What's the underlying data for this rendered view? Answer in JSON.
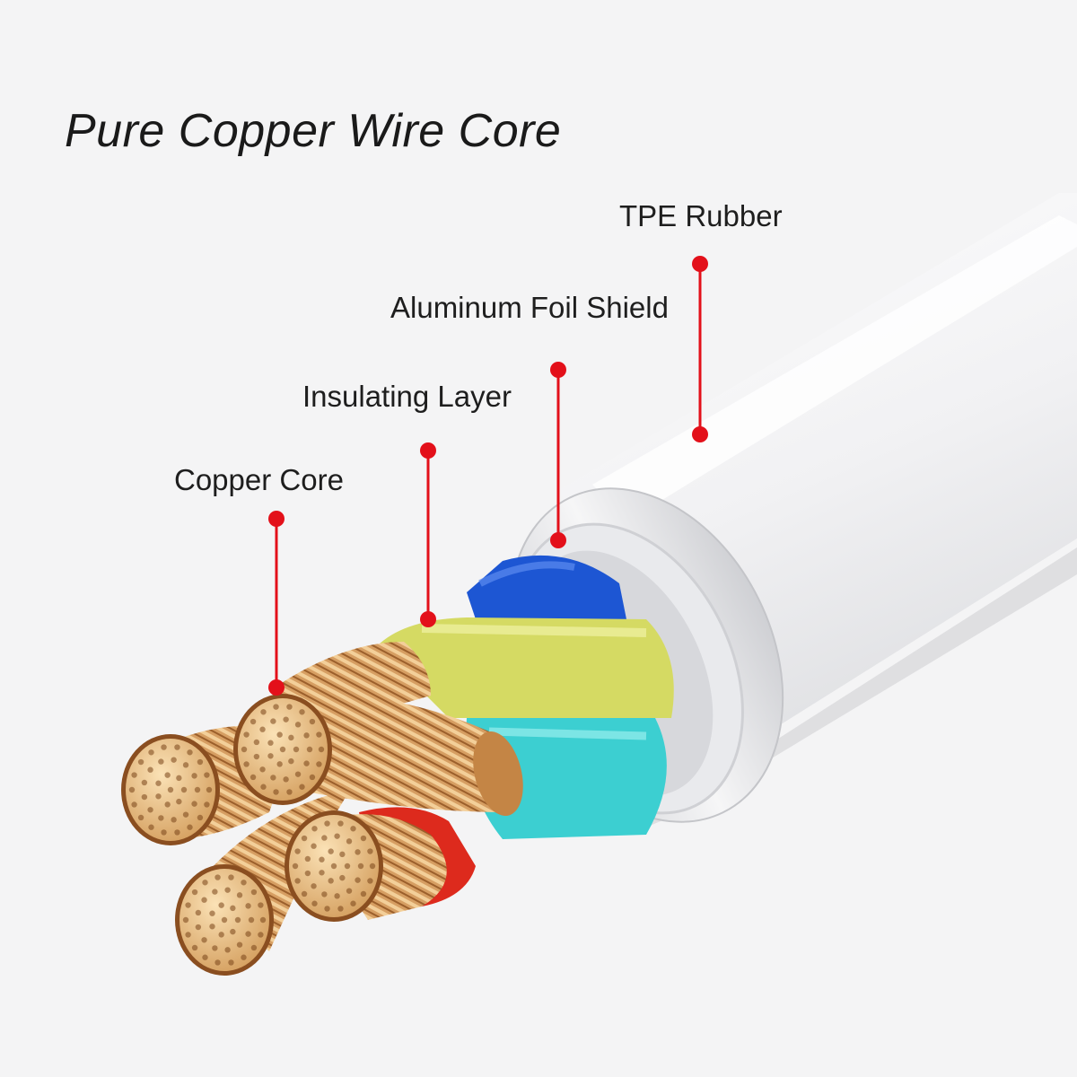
{
  "title": "Pure Copper Wire Core",
  "callouts": {
    "tpe_rubber": "TPE Rubber",
    "aluminum_foil_shield": "Aluminum Foil Shield",
    "insulating_layer": "Insulating Layer",
    "copper_core": "Copper Core"
  },
  "colors": {
    "callout_marker": "#e3101a",
    "jacket": "#f0f0f2",
    "wire_blue": "#1a5bd6",
    "wire_yellow": "#d6dc6a",
    "wire_cyan": "#46d4d4",
    "wire_red": "#e0261c",
    "copper": "#d9a46a"
  }
}
